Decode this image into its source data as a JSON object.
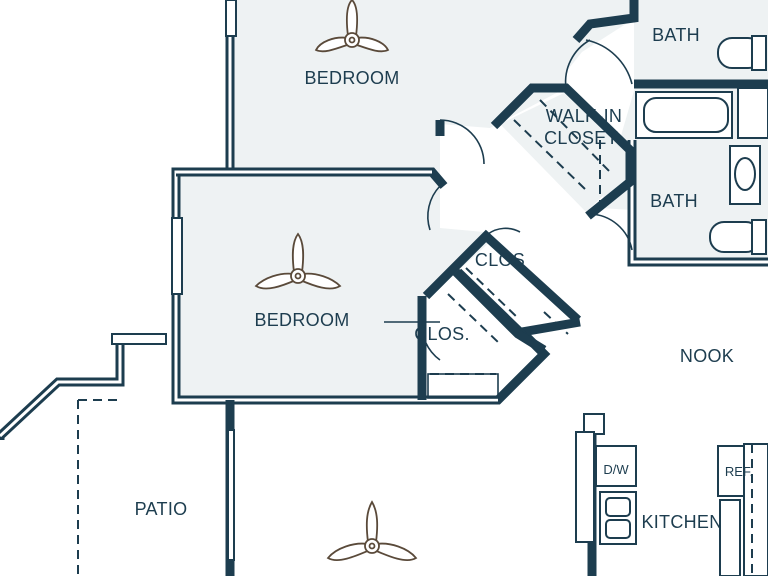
{
  "plan": {
    "rooms": {
      "bedroom_top": "BEDROOM",
      "bedroom_mid": "BEDROOM",
      "bath_top": "BATH",
      "bath_mid": "BATH",
      "walkin_line1": "WALK-IN",
      "walkin_line2": "CLOSET",
      "clos_upper": "CLOS",
      "clos_lower": "CLOS.",
      "nook": "NOOK",
      "patio": "PATIO",
      "kitchen": "KITCHEN"
    },
    "appliances": {
      "dishwasher": "D/W",
      "refrigerator": "REF."
    }
  },
  "colors": {
    "wall": "#1d3d4f",
    "room_fill": "#eef2f3",
    "fan": "#5a4a3a"
  },
  "icons": [
    "ceiling-fan-icon",
    "toilet-icon",
    "bathtub-icon",
    "sink-icon",
    "door-swing-icon"
  ]
}
